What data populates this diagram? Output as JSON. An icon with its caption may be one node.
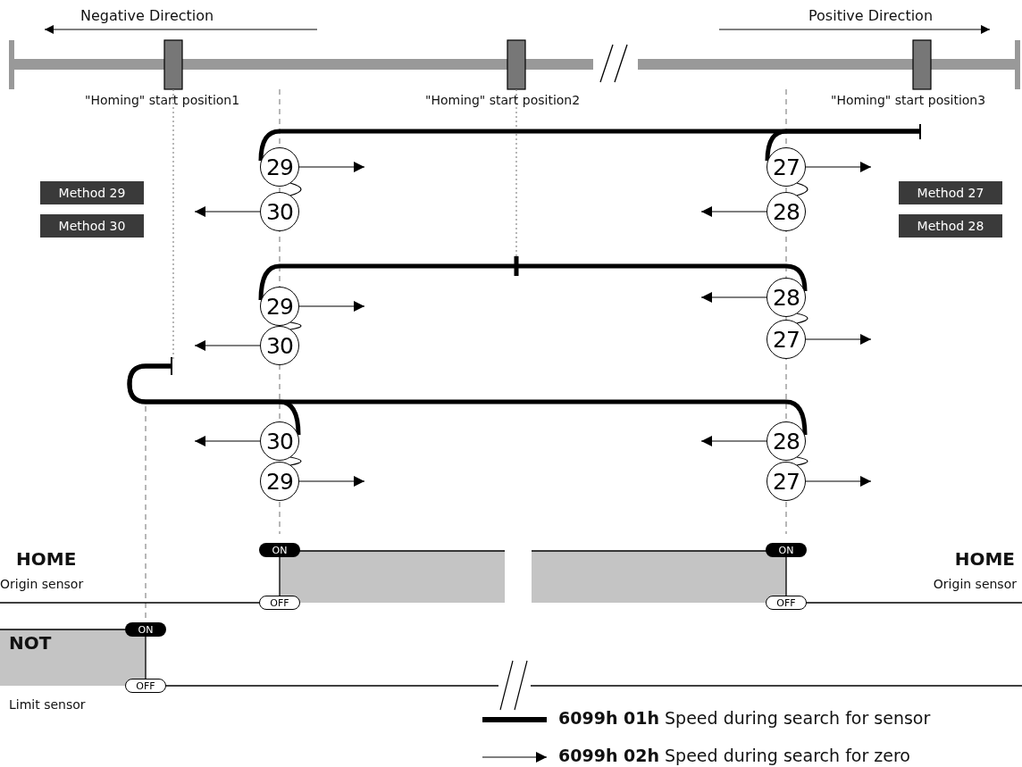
{
  "diagram": {
    "nodes": [
      {
        "text": [
          "29"
        ]
      },
      {
        "text": [
          "27"
        ]
      },
      {
        "text": [
          "Method 29"
        ]
      },
      {
        "text": [
          "Method 27"
        ]
      },
      {
        "text": [
          "30"
        ]
      },
      {
        "text": [
          "28"
        ]
      },
      {
        "text": [
          "Method 30"
        ]
      },
      {
        "text": [
          "Method 28"
        ]
      },
      {
        "text": [
          "29"
        ]
      },
      {
        "text": [
          "28"
        ]
      },
      {
        "text": [
          "27"
        ]
      },
      {
        "text": [
          "30"
        ]
      },
      {
        "text": [
          "30"
        ]
      },
      {
        "text": [
          "28"
        ]
      },
      {
        "text": [
          "29"
        ]
      },
      {
        "text": [
          "27"
        ]
      },
      {
        "text": [
          "ON"
        ]
      },
      {
        "text": [
          "ON"
        ]
      },
      {
        "text": [
          "OFF"
        ]
      },
      {
        "text": [
          "OFF"
        ]
      },
      {
        "text": [
          "ON"
        ]
      },
      {
        "text": [
          "OFF"
        ]
      }
    ],
    "edges": [
      {
        "from": 0,
        "to": null,
        "arrow": "to"
      },
      {
        "from": 1,
        "to": null,
        "arrow": "to"
      },
      {
        "from": 4,
        "to": null,
        "arrow": "to"
      },
      {
        "from": 5,
        "to": null,
        "arrow": "to"
      },
      {
        "from": 0,
        "to": 4,
        "arrow": "none"
      },
      {
        "from": 1,
        "to": 5,
        "arrow": "none"
      },
      {
        "from": 8,
        "to": null,
        "arrow": "to"
      },
      {
        "from": 9,
        "to": null,
        "arrow": "to"
      },
      {
        "from": 10,
        "to": null,
        "arrow": "to"
      },
      {
        "from": 11,
        "to": null,
        "arrow": "to"
      },
      {
        "from": 8,
        "to": 11,
        "arrow": "none"
      },
      {
        "from": 9,
        "to": 10,
        "arrow": "none"
      },
      {
        "from": 12,
        "to": null,
        "arrow": "to"
      },
      {
        "from": 13,
        "to": null,
        "arrow": "to"
      },
      {
        "from": 14,
        "to": null,
        "arrow": "to"
      },
      {
        "from": 15,
        "to": null,
        "arrow": "to"
      },
      {
        "from": 12,
        "to": 14,
        "arrow": "none"
      },
      {
        "from": 13,
        "to": 15,
        "arrow": "none"
      },
      {
        "from": null,
        "to": 0,
        "arrow": "none",
        "style": "thick"
      },
      {
        "from": null,
        "to": 1,
        "arrow": "none",
        "style": "thick"
      },
      {
        "from": null,
        "to": 8,
        "arrow": "none",
        "style": "thick"
      },
      {
        "from": null,
        "to": 9,
        "arrow": "none",
        "style": "thick"
      },
      {
        "from": null,
        "to": 12,
        "arrow": "none",
        "style": "thick"
      },
      {
        "from": null,
        "to": 13,
        "arrow": "none",
        "style": "thick"
      }
    ],
    "labels": [
      "Negative Direction",
      "Positive Direction",
      "\"Homing\" start position1",
      "\"Homing\" start position2",
      "\"Homing\" start position3",
      "HOME",
      "Origin sensor",
      "HOME",
      "Origin sensor",
      "NOT",
      "Limit sensor"
    ],
    "legend": [
      {
        "text": "**6099h 01h** Speed during search for sensor"
      },
      {
        "text": "**6099h 02h** Speed during search for zero"
      }
    ]
  }
}
